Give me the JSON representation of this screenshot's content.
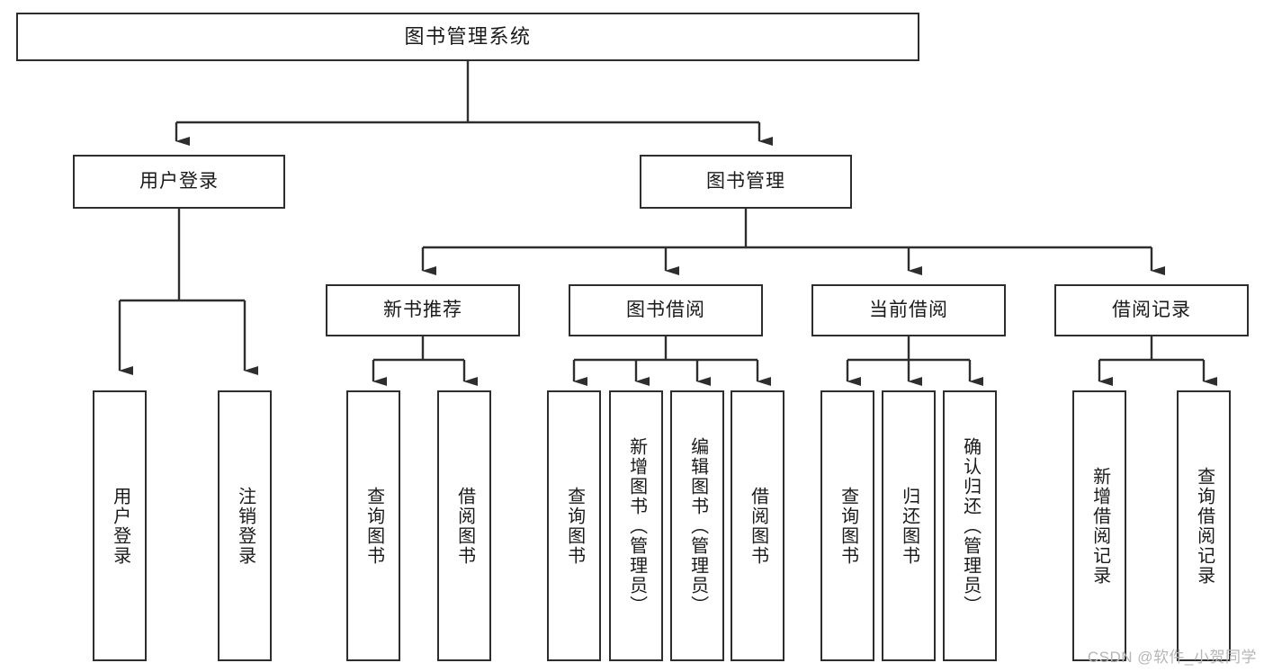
{
  "diagram": {
    "title": "图书管理系统",
    "watermark": "CSDN @软件_小贺同学",
    "line_color": "#2e2e2e",
    "box_fill": "#ffffff",
    "text_color": "#1a1a1a",
    "watermark_color": "#b6b6b6",
    "type": "tree-hierarchy",
    "root": {
      "label": "图书管理系统"
    },
    "level1": [
      {
        "label": "用户登录"
      },
      {
        "label": "图书管理"
      }
    ],
    "level2": [
      {
        "label": "新书推荐"
      },
      {
        "label": "图书借阅"
      },
      {
        "label": "当前借阅"
      },
      {
        "label": "借阅记录"
      }
    ],
    "leaves": {
      "user_login": [
        {
          "label": "用户登录"
        },
        {
          "label": "注销登录"
        }
      ],
      "new_book_recommend": [
        {
          "label": "查询图书"
        },
        {
          "label": "借阅图书"
        }
      ],
      "book_borrow": [
        {
          "label": "查询图书"
        },
        {
          "label": "新增图书（管理员）"
        },
        {
          "label": "编辑图书（管理员）"
        },
        {
          "label": "借阅图书"
        }
      ],
      "current_borrow": [
        {
          "label": "查询图书"
        },
        {
          "label": "归还图书"
        },
        {
          "label": "确认归还（管理员）"
        }
      ],
      "borrow_record": [
        {
          "label": "新增借阅记录"
        },
        {
          "label": "查询借阅记录"
        }
      ]
    }
  }
}
